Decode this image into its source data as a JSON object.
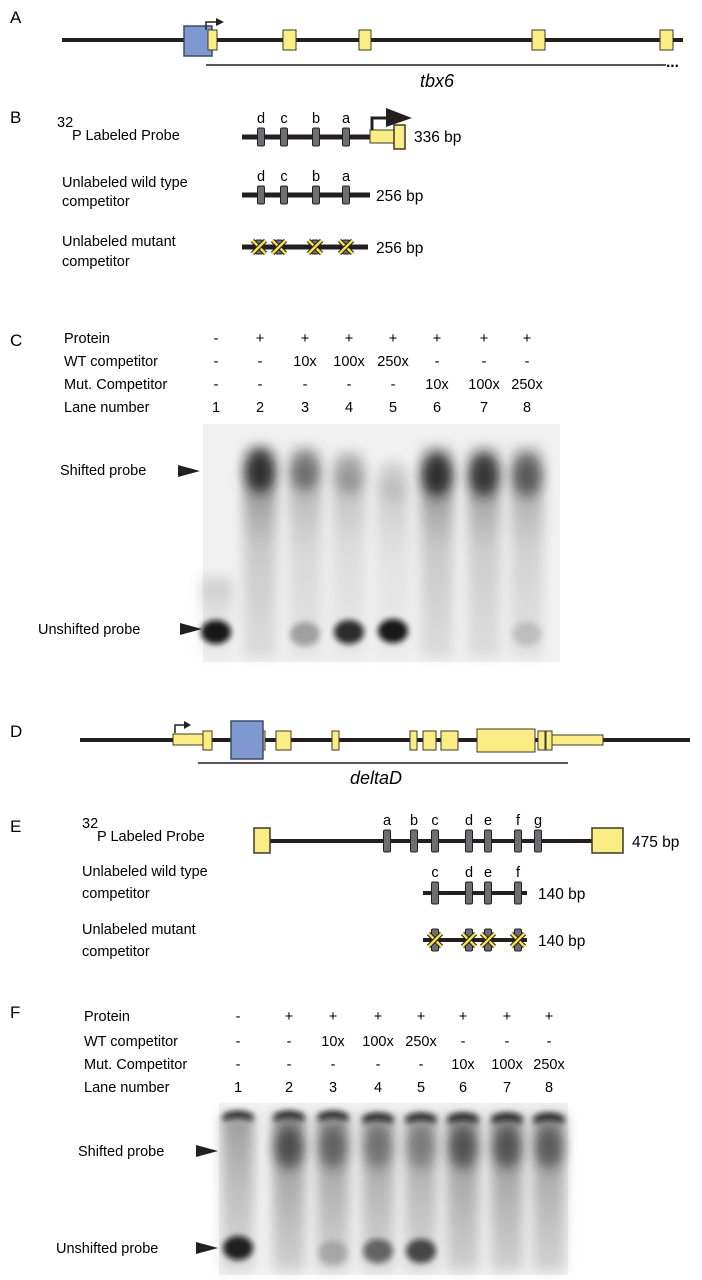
{
  "colors": {
    "exon_fill": "#fbed85",
    "exon_stroke": "#3d3a22",
    "highlight_box": "#7f98d0",
    "line": "#231f20",
    "site_box": "#6d6e70",
    "mutation_x": "#f4e04d"
  },
  "panelA": {
    "label": "A",
    "gene_name": "tbx6",
    "ellipsis": "..."
  },
  "panelB": {
    "label": "B",
    "probe_sup": "32",
    "probe_label": "P Labeled Probe",
    "probe_size": "336 bp",
    "wt_label_line1": "Unlabeled wild type",
    "wt_label_line2": "competitor",
    "wt_size": "256 bp",
    "mut_label_line1": "Unlabeled mutant",
    "mut_label_line2": "competitor",
    "mut_size": "256 bp",
    "sites": [
      "d",
      "c",
      "b",
      "a"
    ]
  },
  "panelC": {
    "label": "C",
    "row_headers": [
      "Protein",
      "WT competitor",
      "Mut. Competitor",
      "Lane number"
    ],
    "protein": [
      "-",
      "+",
      "+",
      "+",
      "+",
      "+",
      "+",
      "+"
    ],
    "wt_competitor": [
      "-",
      "-",
      "10x",
      "100x",
      "250x",
      "-",
      "-",
      "-"
    ],
    "mut_competitor": [
      "-",
      "-",
      "-",
      "-",
      "-",
      "10x",
      "100x",
      "250x"
    ],
    "lanes": [
      "1",
      "2",
      "3",
      "4",
      "5",
      "6",
      "7",
      "8"
    ],
    "shifted_label": "Shifted probe",
    "unshifted_label": "Unshifted probe"
  },
  "panelD": {
    "label": "D",
    "gene_name": "deltaD"
  },
  "panelE": {
    "label": "E",
    "probe_sup": "32",
    "probe_label": "P Labeled Probe",
    "probe_size": "475 bp",
    "wt_label_line1": "Unlabeled wild type",
    "wt_label_line2": "competitor",
    "wt_size": "140 bp",
    "mut_label_line1": "Unlabeled mutant",
    "mut_label_line2": "competitor",
    "mut_size": "140 bp",
    "probe_sites": [
      "a",
      "b",
      "c",
      "d",
      "e",
      "f",
      "g"
    ],
    "wt_sites": [
      "c",
      "d",
      "e",
      "f"
    ]
  },
  "panelF": {
    "label": "F",
    "row_headers": [
      "Protein",
      "WT competitor",
      "Mut. Competitor",
      "Lane number"
    ],
    "protein": [
      "-",
      "+",
      "+",
      "+",
      "+",
      "+",
      "+",
      "+"
    ],
    "wt_competitor": [
      "-",
      "-",
      "10x",
      "100x",
      "250x",
      "-",
      "-",
      "-"
    ],
    "mut_competitor": [
      "-",
      "-",
      "-",
      "-",
      "-",
      "10x",
      "100x",
      "250x"
    ],
    "lanes": [
      "1",
      "2",
      "3",
      "4",
      "5",
      "6",
      "7",
      "8"
    ],
    "shifted_label": "Shifted probe",
    "unshifted_label": "Unshifted probe"
  }
}
